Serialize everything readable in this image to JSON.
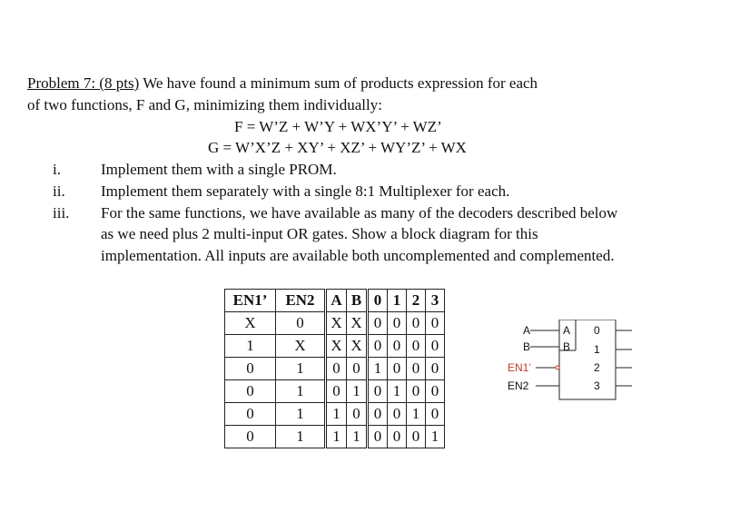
{
  "problem": {
    "label": "Problem 7: (8 pts)",
    "intro_line1": "We have found a minimum sum of products expression for each",
    "intro_line2": "of two functions, F and G, minimizing them individually:",
    "eq_f": "F = W’Z + W’Y + WX’Y’ + WZ’",
    "eq_g": "G = W’X’Z + XY’ + XZ’ + WY’Z’ + WX"
  },
  "items": [
    {
      "num": "i.",
      "lines": [
        "Implement them with a single PROM."
      ]
    },
    {
      "num": "ii.",
      "lines": [
        "Implement them separately with a single 8:1 Multiplexer for each."
      ]
    },
    {
      "num": "iii.",
      "lines": [
        "For the same functions, we have available as many of the decoders described below",
        "as we need plus 2 multi-input OR gates. Show a block diagram for this",
        "implementation. All inputs are available both uncomplemented and complemented."
      ]
    }
  ],
  "truth_table": {
    "headers": [
      "EN1’",
      "EN2",
      "A",
      "B",
      "0",
      "1",
      "2",
      "3"
    ],
    "rows": [
      [
        "X",
        "0",
        "X",
        "X",
        "0",
        "0",
        "0",
        "0"
      ],
      [
        "1",
        "X",
        "X",
        "X",
        "0",
        "0",
        "0",
        "0"
      ],
      [
        "0",
        "1",
        "0",
        "0",
        "1",
        "0",
        "0",
        "0"
      ],
      [
        "0",
        "1",
        "0",
        "1",
        "0",
        "1",
        "0",
        "0"
      ],
      [
        "0",
        "1",
        "1",
        "0",
        "0",
        "0",
        "1",
        "0"
      ],
      [
        "0",
        "1",
        "1",
        "1",
        "0",
        "0",
        "0",
        "1"
      ]
    ]
  },
  "decoder": {
    "input_a": "A",
    "input_b": "B",
    "input_en1": "EN1’",
    "input_en2": "EN2",
    "pin_a": "A",
    "pin_b": "B",
    "outputs": [
      "0",
      "1",
      "2",
      "3"
    ],
    "en1_color": "#c0392b"
  }
}
